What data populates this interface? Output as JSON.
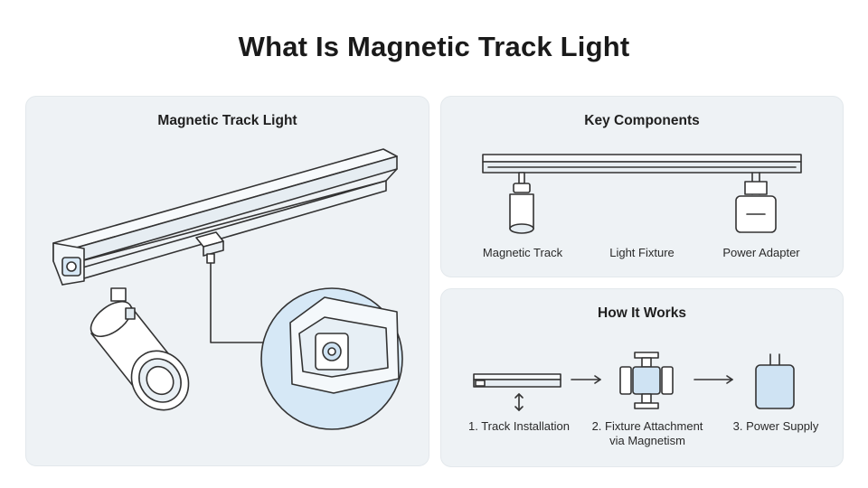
{
  "title": "What Is Magnetic Track Light",
  "left_panel": {
    "title": "Magnetic Track Light"
  },
  "key_components": {
    "title": "Key Components",
    "labels": [
      "Magnetic Track",
      "Light Fixture",
      "Power Adapter"
    ]
  },
  "how_it_works": {
    "title": "How It Works",
    "steps": [
      "1. Track Installation",
      "2. Fixture Attachment",
      "via Magnetism",
      "3. Power Supply"
    ]
  },
  "colors": {
    "panel_bg": "#eef2f5",
    "accent_blue": "#cfe3f3",
    "line": "#333333"
  }
}
